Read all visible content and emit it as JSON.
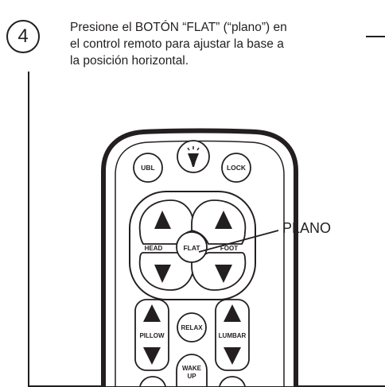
{
  "step": {
    "number": "4"
  },
  "instruction": {
    "lines": [
      "Presione el BOTÓN “FLAT” (“plano”) en",
      "el control remoto para ajustar la base a",
      "la posición horizontal."
    ]
  },
  "callout": {
    "label": "PLANO"
  },
  "remote": {
    "buttons": {
      "ubl": "UBL",
      "lock": "LOCK",
      "flat": "FLAT",
      "head": "HEAD",
      "foot": "FOOT",
      "pillow": "PILLOW",
      "relax": "RELAX",
      "lumbar": "LUMBAR",
      "wake_line1": "WAKE",
      "wake_line2": "UP"
    },
    "icons": {
      "light": "flashlight-icon",
      "arrows": "triangle-arrow-icon"
    }
  },
  "colors": {
    "ink": "#231f20",
    "background": "#ffffff"
  }
}
